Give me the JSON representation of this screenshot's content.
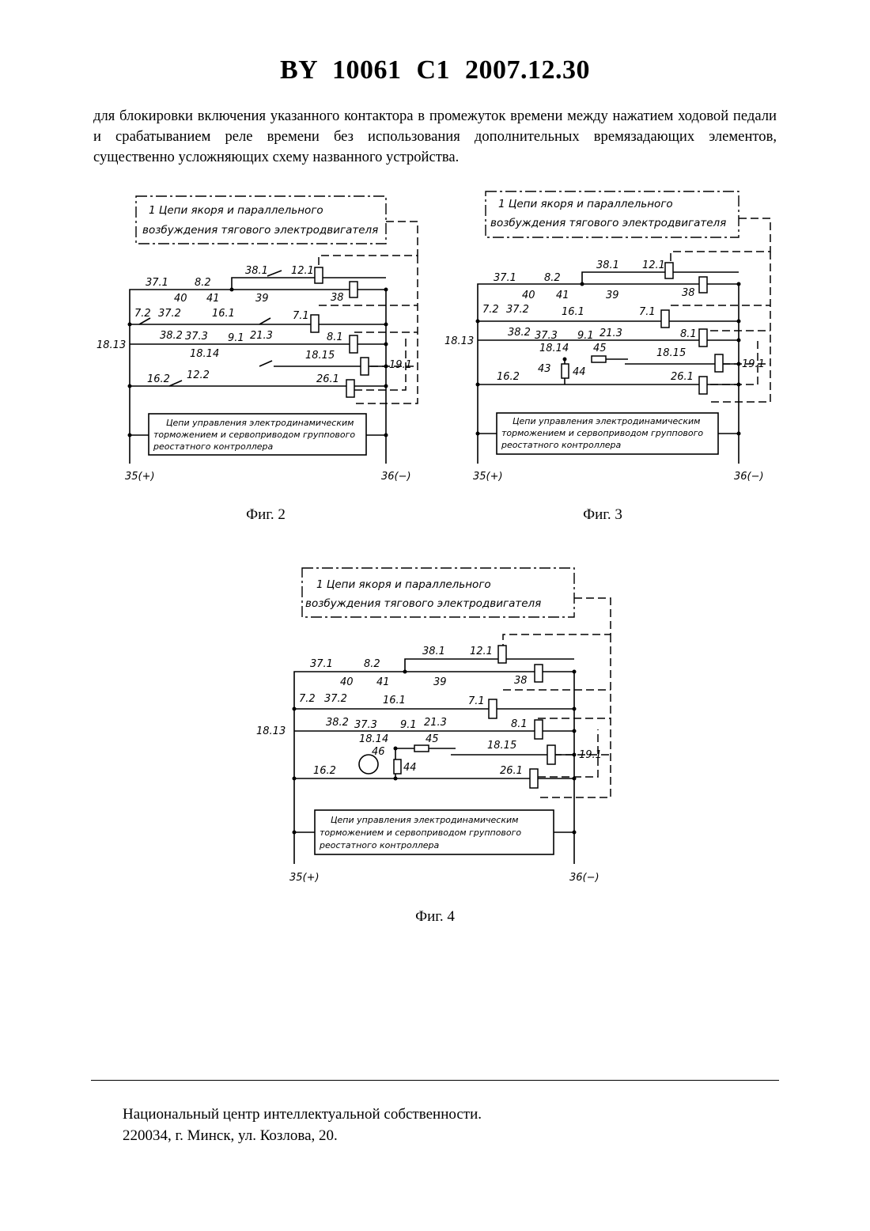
{
  "header": "BY 10061 C1 2007.12.30",
  "intro": "для блокировки включения указанного контактора в промежуток времени между нажатием ходовой педали и срабатыванием реле времени без использования дополнительных времязадающих элементов, существенно усложняющих схему названного устройства.",
  "diagram_text": {
    "box_top_line1": "1  Цепи якоря и параллельного",
    "box_top_line2": "возбуждения тягового электродвигателя",
    "box_bottom_line1": "Цепи управления электродинамическим",
    "box_bottom_line2": "торможением и сервоприводом группового",
    "box_bottom_line3": "реостатного контроллера",
    "plus_terminal": "35(+)",
    "minus_terminal": "36(−)",
    "labels": {
      "l37_1": "37.1",
      "l8_2": "8.2",
      "l38_1": "38.1",
      "l12_1": "12.1",
      "l38": "38",
      "l40": "40",
      "l41": "41",
      "l39": "39",
      "l7_2": "7.2",
      "l37_2": "37.2",
      "l16_1": "16.1",
      "l7_1": "7.1",
      "l18_13": "18.13",
      "l38_2": "38.2",
      "l37_3": "37.3",
      "l9_1": "9.1",
      "l21_3": "21.3",
      "l8_1": "8.1",
      "l18_14": "18.14",
      "l18_15": "18.15",
      "l19_1": "19.1",
      "l12_2": "12.2",
      "l16_2": "16.2",
      "l26_1": "26.1",
      "l43": "43",
      "l44": "44",
      "l45": "45",
      "l46": "46"
    }
  },
  "captions": {
    "fig2": "Фиг. 2",
    "fig3": "Фиг. 3",
    "fig4": "Фиг. 4"
  },
  "footer": {
    "line1": "Национальный центр интеллектуальной собственности.",
    "line2": "220034, г. Минск, ул. Козлова, 20."
  }
}
